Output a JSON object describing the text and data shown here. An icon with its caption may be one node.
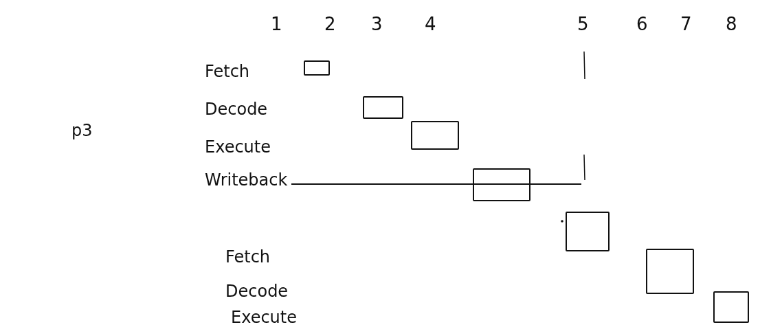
{
  "diagram": {
    "nodes": [
      {
        "text": [],
        "shape": "box"
      },
      {
        "text": [],
        "shape": "box"
      },
      {
        "text": [],
        "shape": "box"
      },
      {
        "text": [],
        "shape": "box"
      },
      {
        "text": [],
        "shape": "box"
      },
      {
        "text": [],
        "shape": "box"
      },
      {
        "text": [],
        "shape": "box"
      }
    ],
    "labels": [
      "1",
      "2",
      "3",
      "4",
      "5",
      "6",
      "7",
      "8",
      "Fetch",
      "Decode",
      "p3",
      "Execute",
      "Writeback",
      "Fetch",
      "Decode",
      "Execute"
    ]
  }
}
